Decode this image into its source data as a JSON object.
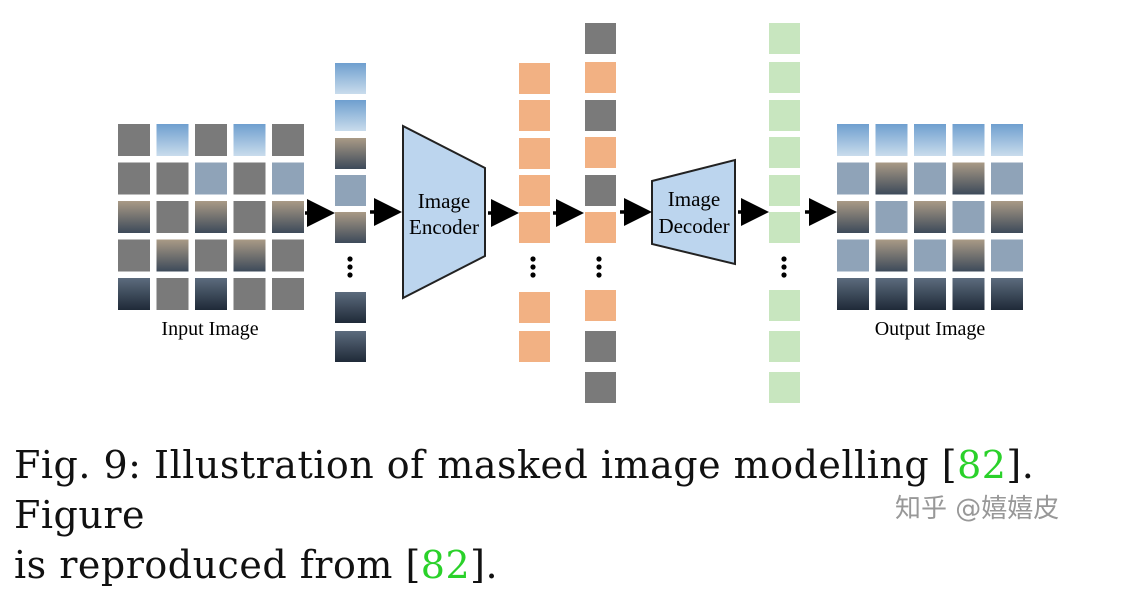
{
  "labels": {
    "input_image": "Input Image",
    "output_image": "Output Image",
    "encoder_line1": "Image",
    "encoder_line2": "Encoder",
    "decoder_line1": "Image",
    "decoder_line2": "Decoder"
  },
  "caption": {
    "part1": "Fig. 9: Illustration of masked image modelling [",
    "ref1": "82",
    "part2": "]. Figure",
    "part3": "is reproduced from [",
    "ref2": "82",
    "part4": "]."
  },
  "watermark": "知乎 @嬉嬉皮",
  "colors": {
    "masked_patch": "#7a7a7a",
    "encoded_token": "#f2b183",
    "decoded_token": "#c8e6bf",
    "block_fill": "#bcd5ee",
    "reference": "#2ad12a"
  }
}
